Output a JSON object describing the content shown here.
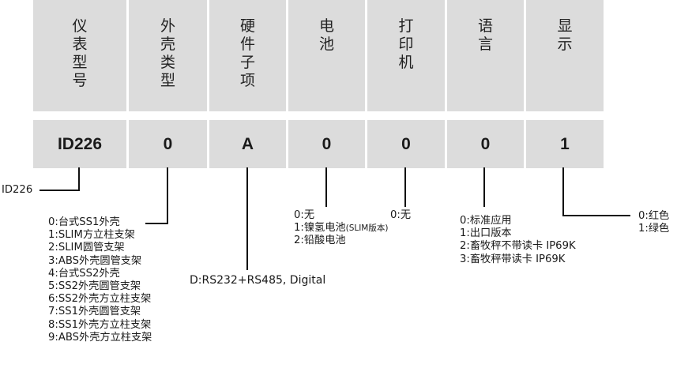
{
  "headers": [
    "仪\n表\n型\n号",
    "外\n壳\n类\n型",
    "硬\n件\n子\n项",
    "电\n池",
    "打\n印\n机",
    "语\n言",
    "显\n示"
  ],
  "values": [
    "ID226",
    "0",
    "A",
    "0",
    "0",
    "0",
    "1"
  ],
  "model_label": "ID226",
  "housing_options": [
    "0:台式SS1外壳",
    "1:SLIM方立柱支架",
    "2:SLIM圆管支架",
    "3:ABS外壳圆管支架",
    "4:台式SS2外壳",
    "5:SS2外壳圆管支架",
    "6:SS2外壳方立柱支架",
    "7:SS1外壳圆管支架",
    "8:SS1外壳方立柱支架",
    "9:ABS外壳方立柱支架"
  ],
  "hardware_option": "D:RS232+RS485, Digital",
  "battery_options": {
    "opt0": "0:无",
    "opt1": "1:镍氢电池",
    "opt1_note": "(SLIM版本)",
    "opt2": "2:铅酸电池"
  },
  "printer_option": "0:无",
  "language_options": [
    "0:标准应用",
    "1:出口版本",
    "2:畜牧秤不带读卡 IP69K",
    "3:畜牧秤带读卡 IP69K"
  ],
  "display_options": [
    "0:红色",
    "1:绿色"
  ]
}
